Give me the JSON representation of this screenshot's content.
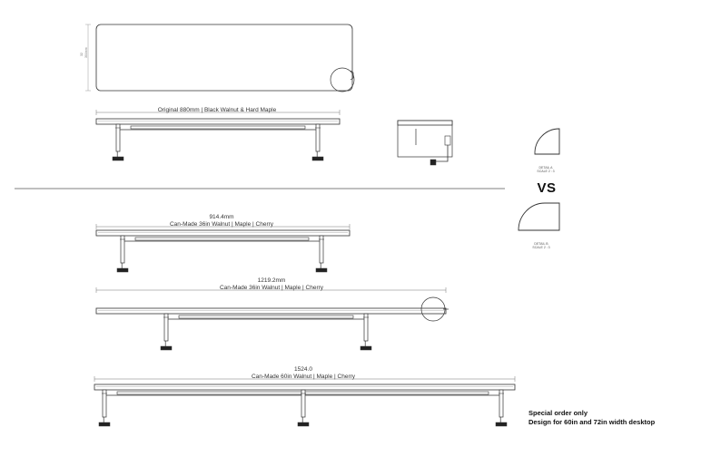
{
  "top_plan": {
    "dimension_text": [
      "32",
      "304mm"
    ]
  },
  "original": {
    "label": "Original 880mm  |  Black Walnut & Hard Maple"
  },
  "versus": {
    "label": "VS"
  },
  "detail_a": {
    "caption": [
      "DETAIL A",
      "SCALE 2 : 3"
    ]
  },
  "detail_b": {
    "caption": [
      "DETAIL B",
      "SCALE 2 : 3"
    ]
  },
  "design_36": {
    "dimension": "914.4mm",
    "label": "Can-Made 36in Walnut | Maple  |  Cherry"
  },
  "design_48": {
    "dimension": "1219.2mm",
    "label": "Can-Made 36in Walnut | Maple  |  Cherry"
  },
  "design_60": {
    "dimension": "1524.0",
    "label": "Can-Made 60in Walnut | Maple  |  Cherry"
  },
  "note": {
    "line1": "Special order only",
    "line2": "Design for 60in and 72in width desktop"
  }
}
